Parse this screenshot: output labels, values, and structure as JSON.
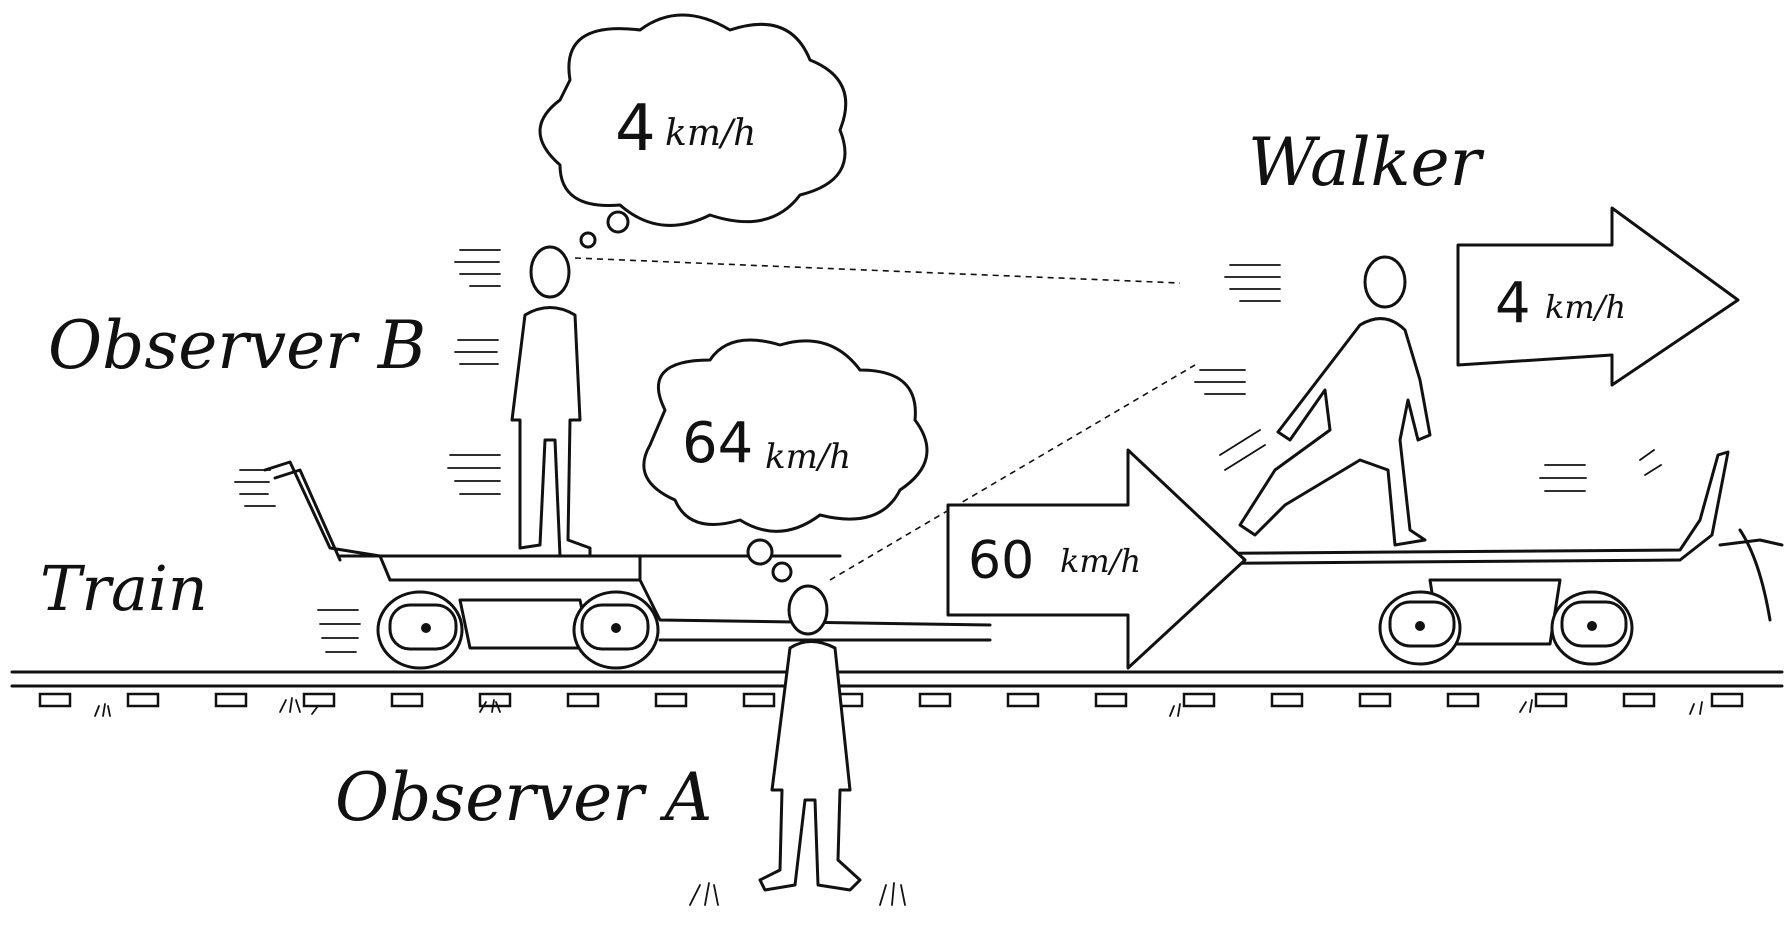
{
  "labels": {
    "observer_b": "Observer B",
    "observer_a": "Observer A",
    "walker": "Walker",
    "train": "Train"
  },
  "bubbles": {
    "observer_b_thought": {
      "value": "4",
      "unit": "km/h"
    },
    "observer_a_thought": {
      "value": "64",
      "unit": "km/h"
    }
  },
  "arrows": {
    "train_speed": {
      "value": "60",
      "unit": "km/h"
    },
    "walker_speed": {
      "value": "4",
      "unit": "km/h"
    }
  }
}
